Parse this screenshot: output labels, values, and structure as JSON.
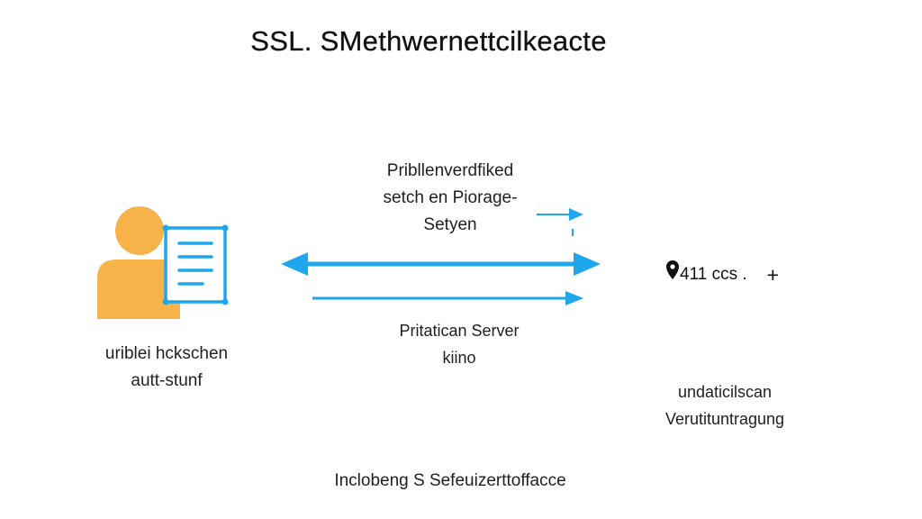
{
  "title": "SSL. SMethwernettcilkeacte",
  "client": {
    "caption_lines": [
      "uriblei hcksch​en",
      "autt-stunf"
    ],
    "icon": "user-document-icon"
  },
  "arrow_top": {
    "caption_lines": [
      "Pribllenverdfiked",
      "setch en Piorage-",
      "Setyen"
    ]
  },
  "arrow_bottom": {
    "caption_lines": [
      "Pritatican Server",
      "kiino"
    ]
  },
  "server": {
    "info_text": "411 ccs .",
    "info_icon": "location-pin-icon",
    "plus_symbol": "+",
    "caption_lines": [
      "undaticilscan",
      "Verutituntragung"
    ]
  },
  "footer": {
    "text": "Inclobeng S Sefeuizerttoffacce"
  },
  "colors": {
    "accent_blue": "#1ea7ec",
    "person_orange": "#f7b24a",
    "text": "#1a1a1a"
  }
}
